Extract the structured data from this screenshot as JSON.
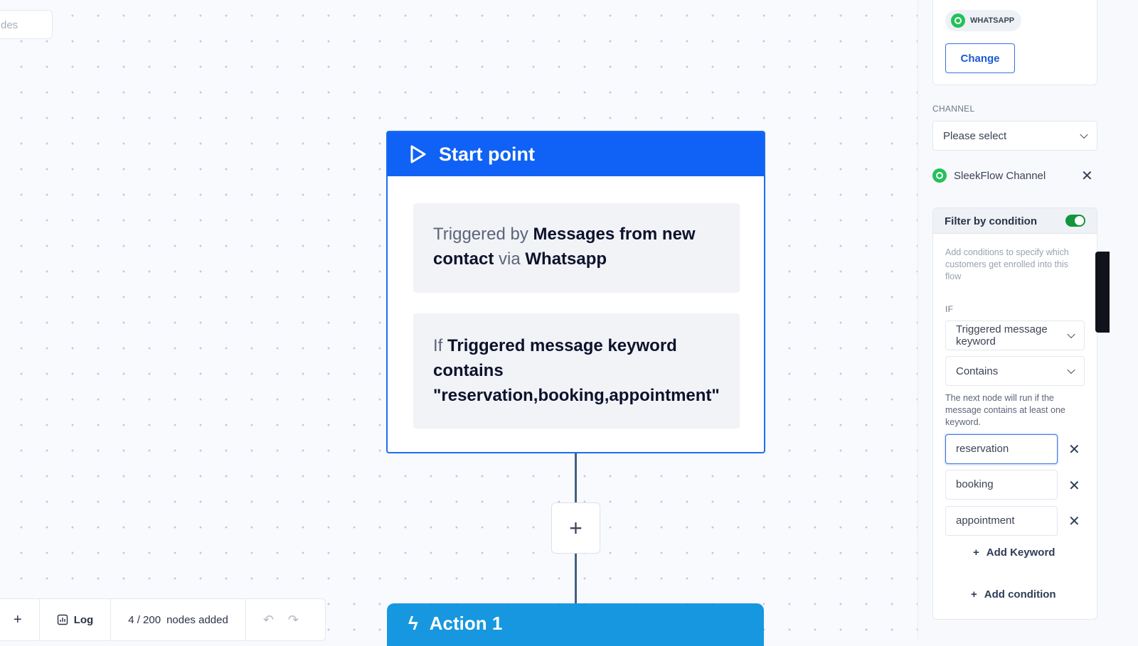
{
  "canvas": {
    "search_placeholder": "des",
    "start_node": {
      "title": "Start point",
      "trigger_prefix": "Triggered by",
      "trigger_event": "Messages from new contact",
      "trigger_via": "via",
      "trigger_channel": "Whatsapp",
      "condition_prefix": "If",
      "condition_text": "Triggered message keyword contains \"reservation,booking,appointment\""
    },
    "add_node_label": "+",
    "action_node": {
      "title": "Action 1"
    }
  },
  "toolbar": {
    "zoom_in": "+",
    "log_label": "Log",
    "nodes_count": "4 / 200",
    "nodes_suffix": "nodes added"
  },
  "panel": {
    "channel_chip": "WHATSAPP",
    "change_button": "Change",
    "channel_label": "CHANNEL",
    "channel_select": "Please select",
    "selected_channel": "SleekFlow Channel",
    "filter": {
      "title": "Filter by condition",
      "enabled": true,
      "help": "Add conditions to specify which customers get enrolled into this flow",
      "if_label": "IF",
      "field": "Triggered message keyword",
      "operator": "Contains",
      "operator_help": "The next node will run if the message contains at least one keyword.",
      "keywords": [
        "reservation",
        "booking",
        "appointment"
      ],
      "add_keyword": "Add Keyword",
      "add_condition": "Add condition"
    }
  },
  "colors": {
    "primary": "#0f62f5",
    "action": "#1797e0",
    "toggle": "#12953b",
    "whatsapp": "#25c15a"
  }
}
